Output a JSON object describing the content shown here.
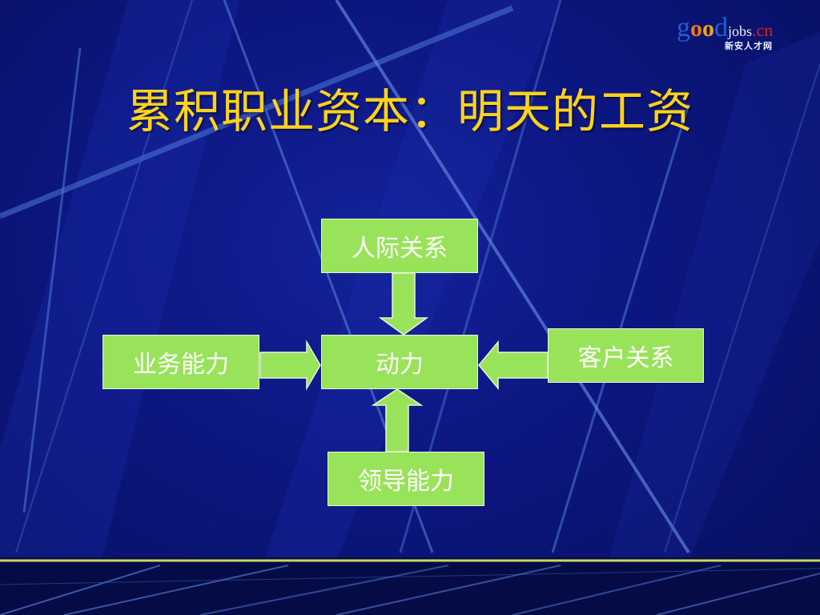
{
  "slide": {
    "title": "累积职业资本：明天的工资",
    "logo": {
      "g": "g",
      "o1": "o",
      "o2": "o",
      "d": "d",
      "jobs": "jobs",
      "cn": ".cn",
      "subtitle": "新安人才网"
    }
  },
  "diagram": {
    "center": "动力",
    "top": "人际关系",
    "left": "业务能力",
    "right": "客户关系",
    "bottom": "领导能力"
  },
  "colors": {
    "background": "#0c1680",
    "title": "#ffd21c",
    "box_fill": "#99e35a",
    "box_text": "#ffffff",
    "bottom_stripe": "#c8d860"
  }
}
